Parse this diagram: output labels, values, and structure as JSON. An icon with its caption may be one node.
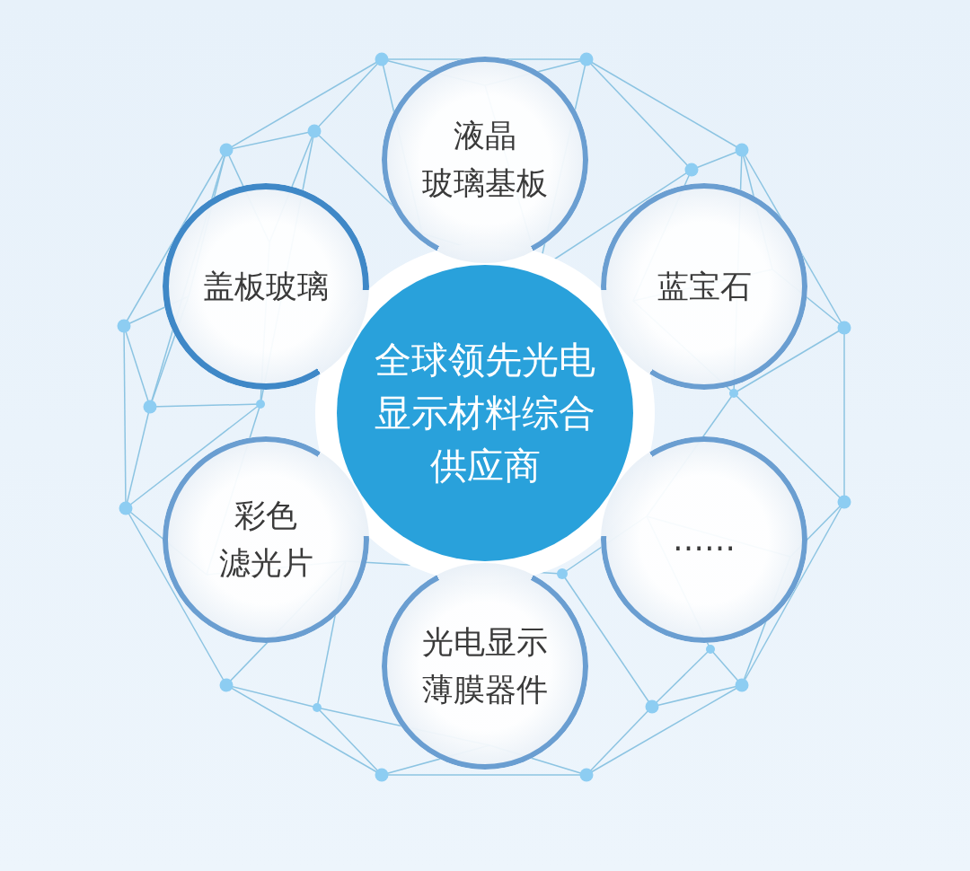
{
  "diagram": {
    "nodes": [
      {
        "text": [
          "全球领先光电显示材料综合供应商"
        ]
      },
      {
        "text": [
          "液晶玻璃基板"
        ]
      },
      {
        "text": [
          "蓝宝石"
        ]
      },
      {
        "text": [
          "……"
        ]
      },
      {
        "text": [
          "光电显示薄膜器件"
        ]
      },
      {
        "text": [
          "彩色滤光片"
        ]
      },
      {
        "text": [
          "盖板玻璃"
        ]
      }
    ]
  }
}
